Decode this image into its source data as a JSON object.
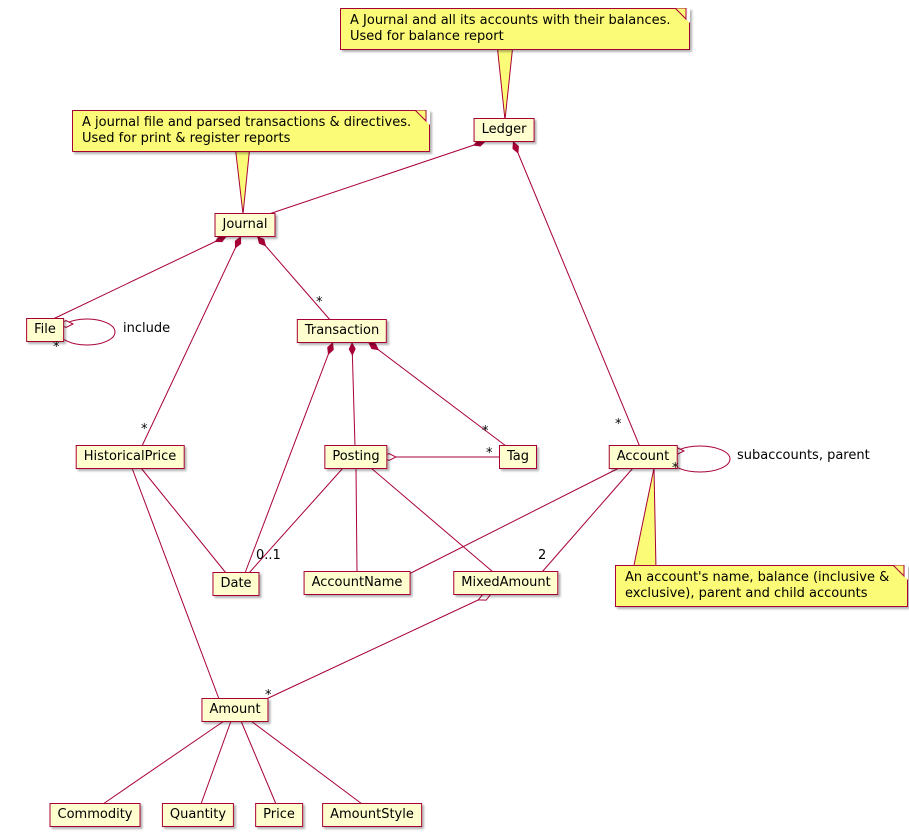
{
  "diagram": {
    "type": "uml-class-diagram",
    "background": "#FFFFFF",
    "colors": {
      "class_fill": "#FEFECE",
      "class_border": "#A80036",
      "note_fill": "#FBFB77",
      "note_border": "#A80036",
      "edge": "#A80036",
      "text": "#000000"
    }
  },
  "nodes": [
    {
      "label": "Ledger"
    },
    {
      "label": "Journal"
    },
    {
      "label": "File"
    },
    {
      "label": "Transaction"
    },
    {
      "label": "HistoricalPrice"
    },
    {
      "label": "Posting"
    },
    {
      "label": "Tag"
    },
    {
      "label": "Account"
    },
    {
      "label": "Date"
    },
    {
      "label": "AccountName"
    },
    {
      "label": "MixedAmount"
    },
    {
      "label": "Amount"
    },
    {
      "label": "Commodity"
    },
    {
      "label": "Quantity"
    },
    {
      "label": "Price"
    },
    {
      "label": "AmountStyle"
    }
  ],
  "notes": [
    {
      "target": "Ledger",
      "lines": [
        "A Journal and all its accounts with their balances.",
        "Used for balance report"
      ]
    },
    {
      "target": "Journal",
      "lines": [
        "A journal file and parsed transactions & directives.",
        "Used for print & register reports"
      ]
    },
    {
      "target": "Account",
      "lines": [
        "An account's name, balance (inclusive &",
        "exclusive), parent and child accounts"
      ]
    }
  ],
  "edges": [
    {
      "from": "Ledger",
      "to": "Journal",
      "type": "composition"
    },
    {
      "from": "Ledger",
      "to": "Account",
      "type": "composition",
      "multiplicity": "*"
    },
    {
      "from": "Journal",
      "to": "File",
      "type": "composition"
    },
    {
      "from": "Journal",
      "to": "Transaction",
      "type": "composition",
      "multiplicity": "*"
    },
    {
      "from": "Journal",
      "to": "HistoricalPrice",
      "type": "composition",
      "multiplicity": "*"
    },
    {
      "from": "File",
      "to": "File",
      "type": "aggregation",
      "multiplicity": "*",
      "label": "include"
    },
    {
      "from": "Transaction",
      "to": "Date",
      "type": "composition",
      "multiplicity": "0..1"
    },
    {
      "from": "Transaction",
      "to": "Posting",
      "type": "composition"
    },
    {
      "from": "Transaction",
      "to": "Tag",
      "type": "composition",
      "multiplicity": "*"
    },
    {
      "from": "Posting",
      "to": "Tag",
      "type": "aggregation",
      "multiplicity": "*"
    },
    {
      "from": "Posting",
      "to": "Date",
      "type": "association"
    },
    {
      "from": "Posting",
      "to": "AccountName",
      "type": "association"
    },
    {
      "from": "Posting",
      "to": "MixedAmount",
      "type": "association"
    },
    {
      "from": "Account",
      "to": "AccountName",
      "type": "association"
    },
    {
      "from": "Account",
      "to": "MixedAmount",
      "type": "association",
      "multiplicity": "2"
    },
    {
      "from": "Account",
      "to": "Account",
      "type": "aggregation",
      "multiplicity": "*",
      "label": "subaccounts, parent"
    },
    {
      "from": "MixedAmount",
      "to": "Amount",
      "type": "aggregation",
      "multiplicity": "*"
    },
    {
      "from": "HistoricalPrice",
      "to": "Date",
      "type": "association"
    },
    {
      "from": "HistoricalPrice",
      "to": "Amount",
      "type": "association"
    },
    {
      "from": "Amount",
      "to": "Commodity",
      "type": "association"
    },
    {
      "from": "Amount",
      "to": "Quantity",
      "type": "association"
    },
    {
      "from": "Amount",
      "to": "Price",
      "type": "association"
    },
    {
      "from": "Amount",
      "to": "AmountStyle",
      "type": "association"
    }
  ]
}
